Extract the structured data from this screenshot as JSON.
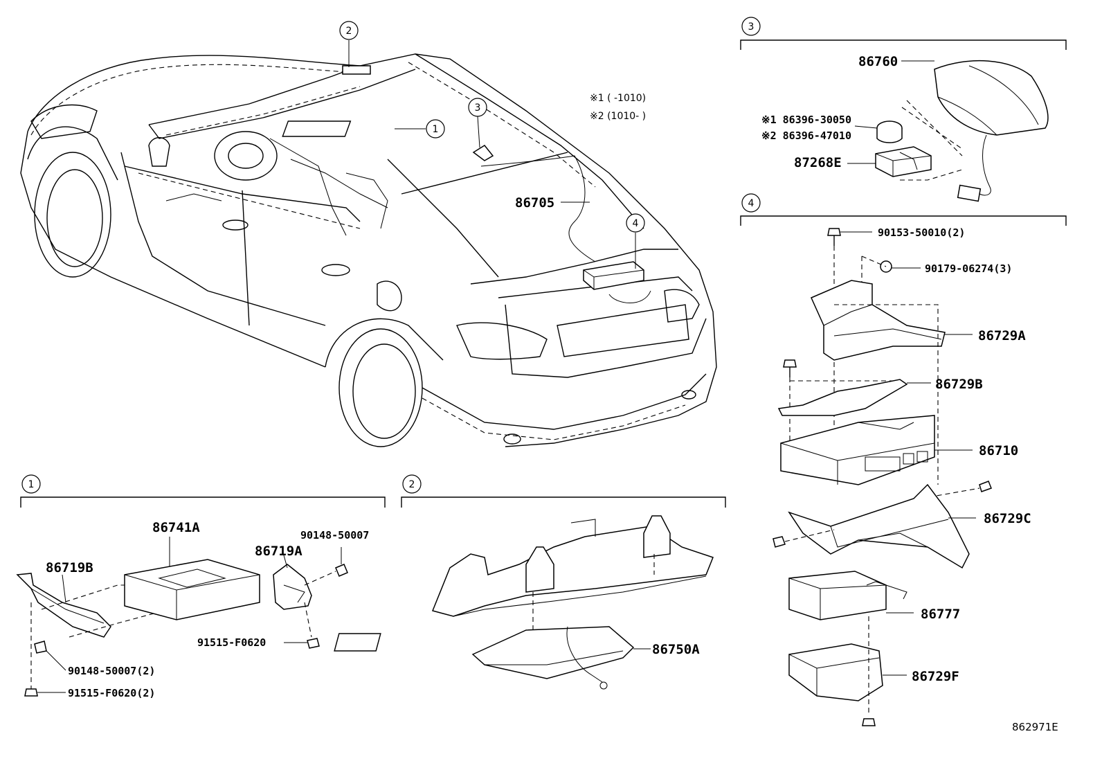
{
  "callouts": {
    "c1": "1",
    "c2": "2",
    "c3": "3",
    "c4": "4"
  },
  "notes": {
    "n1": "※1 (     -1010)",
    "n2": "※2 (1010-     )"
  },
  "parts": {
    "p86705": "86705",
    "p86760": "86760",
    "p86396a": "※1 86396-30050",
    "p86396b": "※2 86396-47010",
    "p87268e": "87268E",
    "p90153": "90153-50010(2)",
    "p90179": "90179-06274(3)",
    "p86729a": "86729A",
    "p86729b": "86729B",
    "p86710": "86710",
    "p86729c": "86729C",
    "p86777": "86777",
    "p86729f": "86729F",
    "p86741a": "86741A",
    "p86719b": "86719B",
    "p86719a": "86719A",
    "p90148": "90148-50007",
    "p90148x2": "90148-50007(2)",
    "p91515": "91515-F0620",
    "p91515x2": "91515-F0620(2)",
    "p86750a": "86750A"
  },
  "reference": "862971E"
}
